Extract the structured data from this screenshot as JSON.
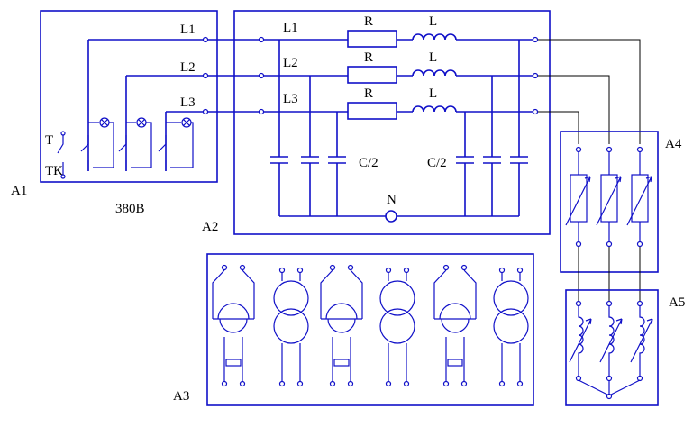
{
  "labels": {
    "a1": "A1",
    "a2": "A2",
    "a3": "A3",
    "a4": "A4",
    "a5": "A5",
    "l1_a1": "L1",
    "l2_a1": "L2",
    "l3_a1": "L3",
    "t": "T",
    "tk": "TK",
    "voltage": "380B",
    "l1_a2": "L1",
    "l2_a2": "L2",
    "l3_a2": "L3",
    "r1": "R",
    "r2": "R",
    "r3": "R",
    "ind1": "L",
    "ind2": "L",
    "ind3": "L",
    "c_left": "C/2",
    "c_right": "C/2",
    "neutral": "N"
  },
  "colors": {
    "circuit": "#1010c8",
    "wires": "#000000",
    "text": "#000000"
  }
}
